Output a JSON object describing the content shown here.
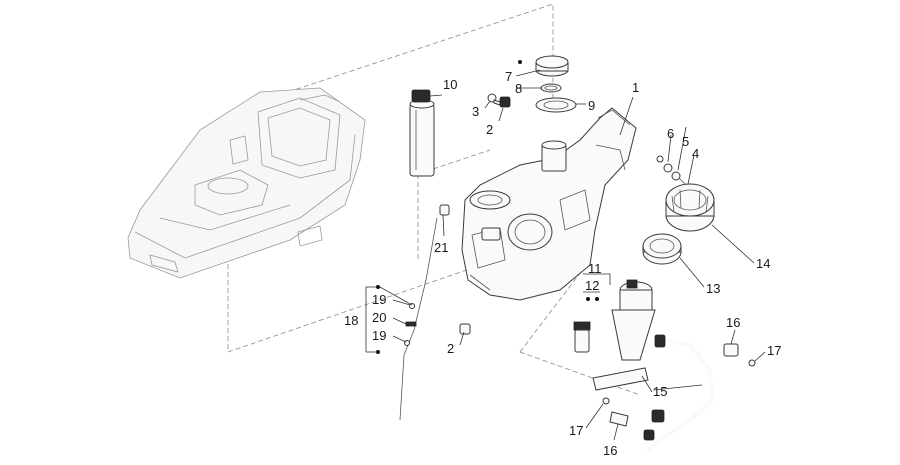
{
  "diagram": {
    "callouts": {
      "c1": "1",
      "c2a": "2",
      "c2b": "2",
      "c3": "3",
      "c4": "4",
      "c5": "5",
      "c6": "6",
      "c7": "7",
      "c8": "8",
      "c9": "9",
      "c10": "10",
      "c11": "11",
      "c12": "12",
      "c13": "13",
      "c14": "14",
      "c15": "15",
      "c16a": "16",
      "c16b": "16",
      "c17a": "17",
      "c17b": "17",
      "c18": "18",
      "c19a": "19",
      "c19b": "19",
      "c20": "20",
      "c21": "21"
    }
  }
}
